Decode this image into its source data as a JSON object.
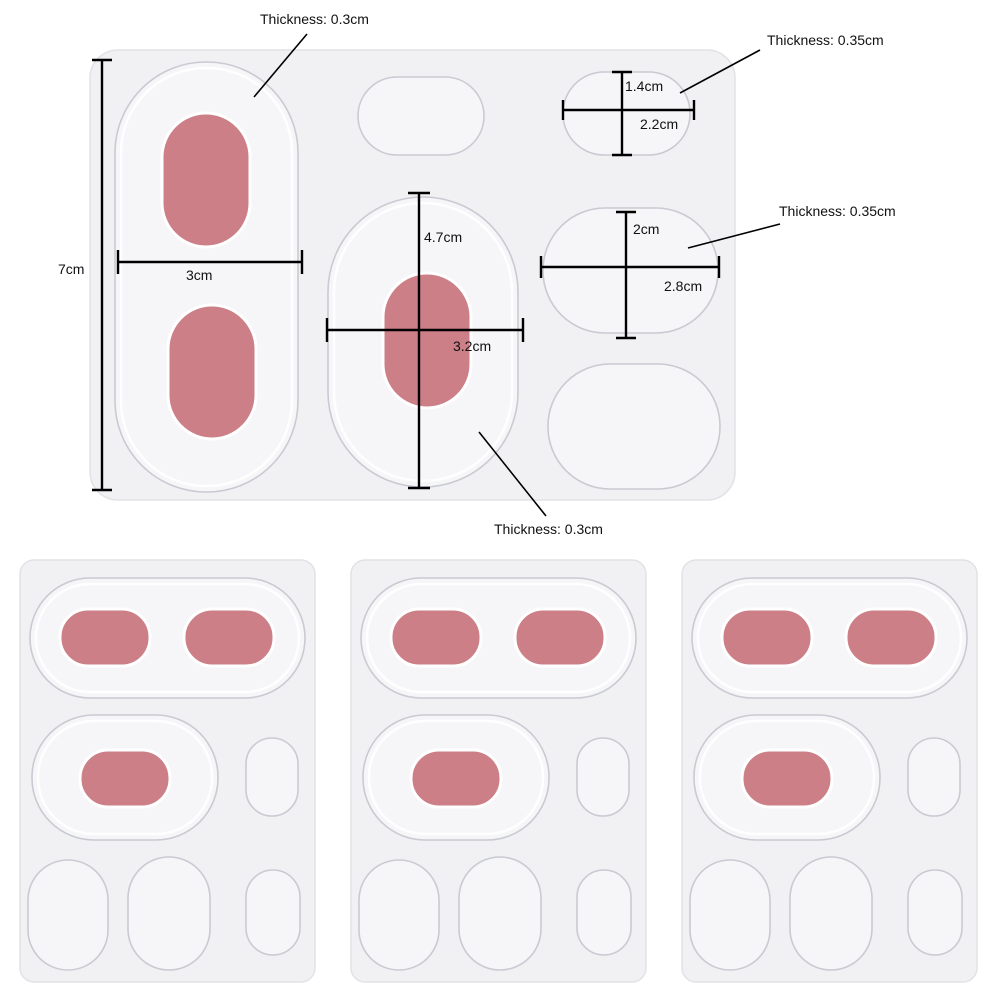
{
  "labels": {
    "thickness_large_oval": "Thickness: 0.3cm",
    "thickness_small_oval": "Thickness: 0.35cm",
    "thickness_medium_oval": "Thickness: 0.35cm",
    "thickness_center_oval": "Thickness: 0.3cm",
    "height_7cm": "7cm",
    "width_3cm": "3cm",
    "height_4_7cm": "4.7cm",
    "width_3_2cm": "3.2cm",
    "height_1_4cm": "1.4cm",
    "width_2_2cm": "2.2cm",
    "height_2cm": "2cm",
    "width_2_8cm": "2.8cm"
  },
  "colors": {
    "pad": "#cc7f86",
    "sheet": "#f1f1f3",
    "gel_outline": "#c9cbd2"
  },
  "sheets_below_count": 3
}
